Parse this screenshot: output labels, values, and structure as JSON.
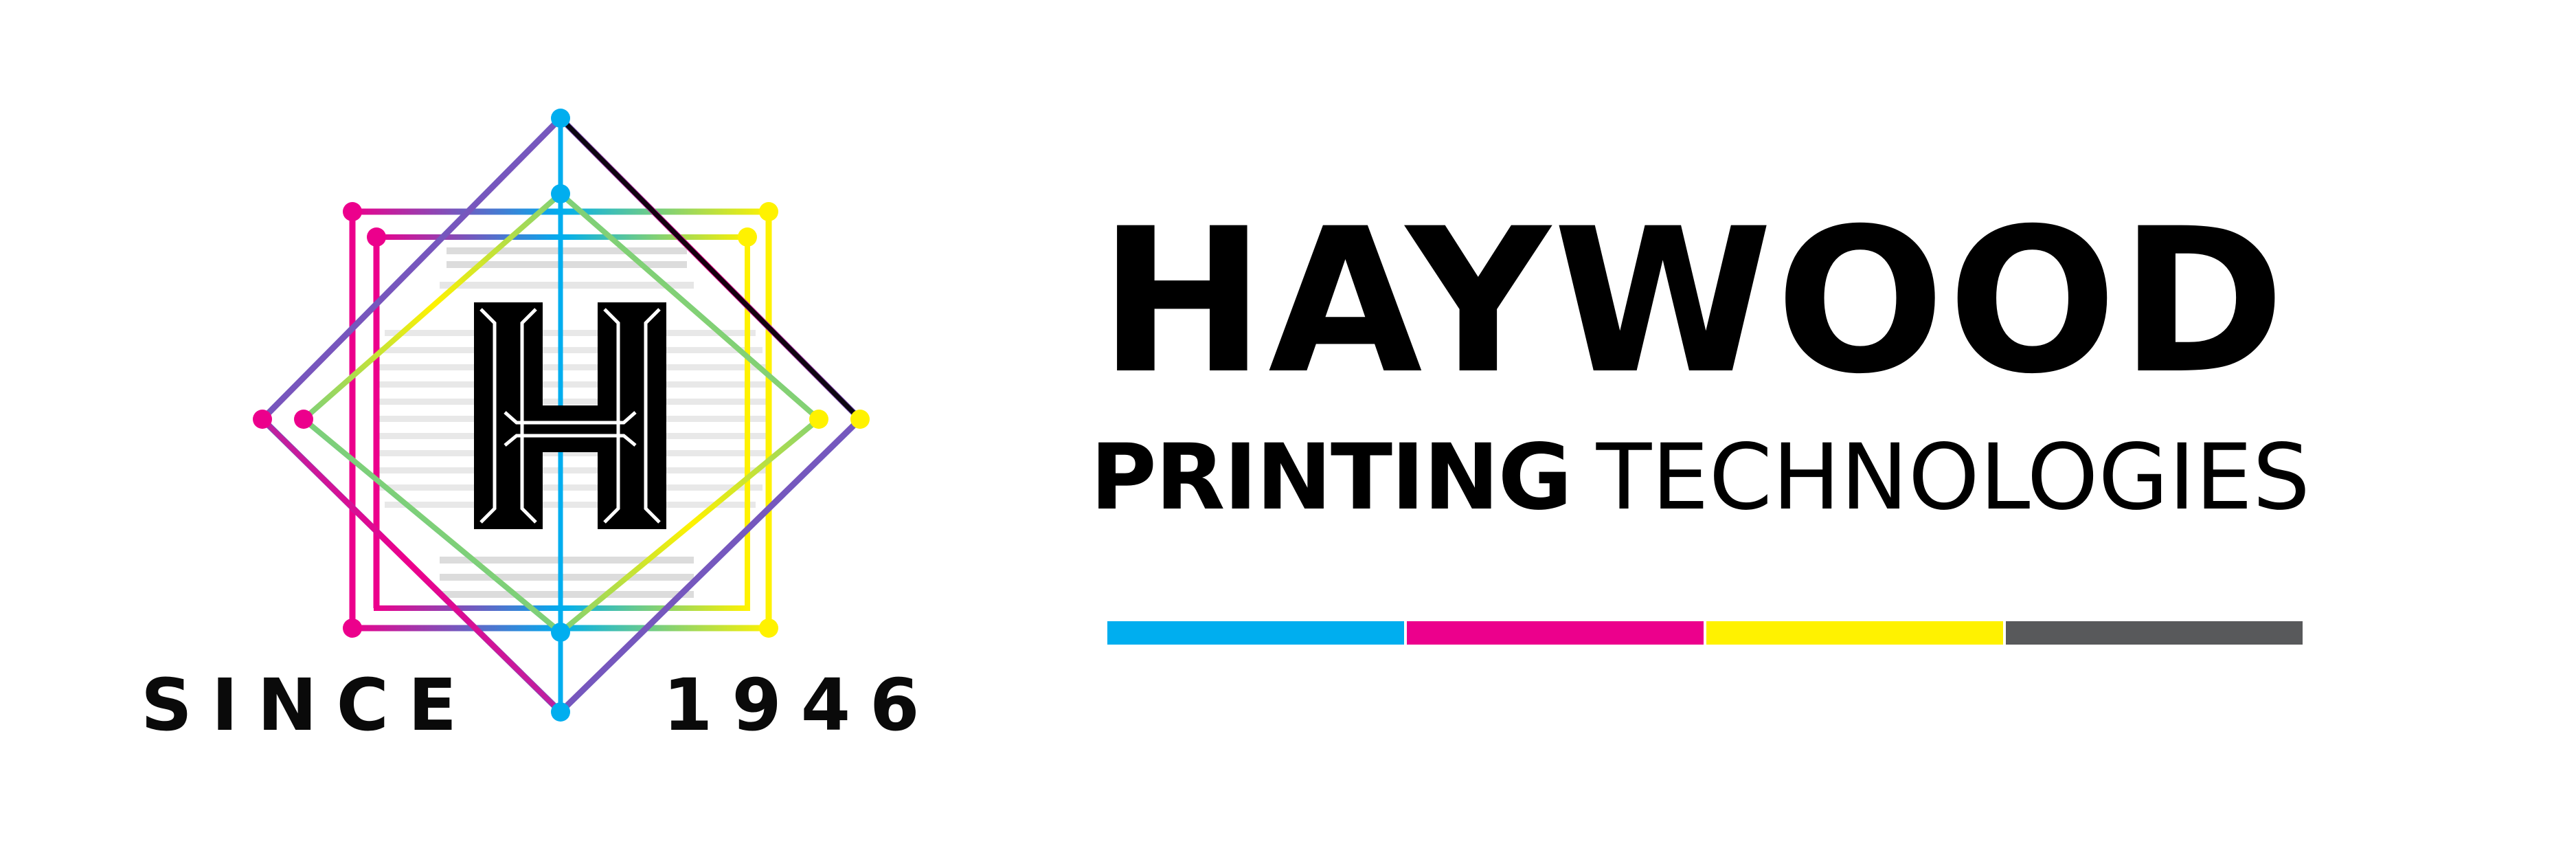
{
  "logo": {
    "monogram_icon": "h-monogram-icon",
    "frame_icon": "octagram-frame-icon",
    "since_label": "SINCE",
    "year_label": "1946",
    "colors": {
      "cyan": "#00aeef",
      "magenta": "#ec008c",
      "yellow": "#fff200",
      "black": "#000000"
    }
  },
  "brand": {
    "name": "HAYWOOD",
    "sub_bold": "PRINTING",
    "sub_light": "TECHNOLOGIES"
  },
  "color_bar": {
    "segments": [
      {
        "name": "cyan",
        "color": "#00aeef"
      },
      {
        "name": "magenta",
        "color": "#ec008c"
      },
      {
        "name": "yellow",
        "color": "#fff200"
      },
      {
        "name": "gray",
        "color": "#58595b"
      }
    ]
  }
}
